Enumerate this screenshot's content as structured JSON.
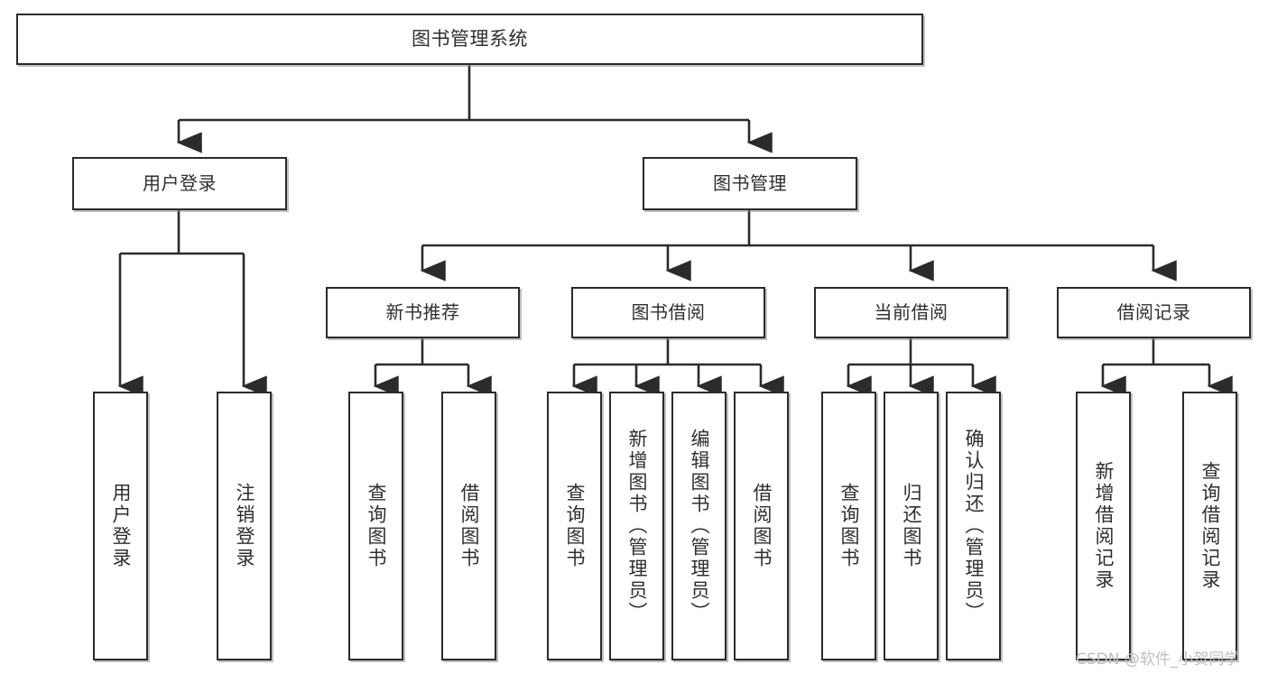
{
  "diagram": {
    "title": "图书管理系统",
    "type": "tree-functional-structure",
    "watermark": "CSDN @软件_小贺同学",
    "colors": {
      "background": "#ffffff",
      "box_border": "#2b2b2b",
      "box_fill": "#ffffff",
      "text": "#2f2f2f",
      "connector": "#2b2b2b",
      "shadow": "#8c8c8c",
      "watermark": "#bfbfbf"
    },
    "nodes": {
      "root": {
        "label": "图书管理系统"
      },
      "level1": [
        {
          "label": "用户登录"
        },
        {
          "label": "图书管理"
        }
      ],
      "level2": [
        {
          "label": "新书推荐"
        },
        {
          "label": "图书借阅"
        },
        {
          "label": "当前借阅"
        },
        {
          "label": "借阅记录"
        }
      ],
      "leaves_user_login": [
        {
          "label": "用户登录"
        },
        {
          "label": "注销登录"
        }
      ],
      "leaves_new_book": [
        {
          "label": "查询图书"
        },
        {
          "label": "借阅图书"
        }
      ],
      "leaves_borrow": [
        {
          "label": "查询图书"
        },
        {
          "label": "新增图书（管理员）"
        },
        {
          "label": "编辑图书（管理员）"
        },
        {
          "label": "借阅图书"
        }
      ],
      "leaves_current": [
        {
          "label": "查询图书"
        },
        {
          "label": "归还图书"
        },
        {
          "label": "确认归还（管理员）"
        }
      ],
      "leaves_record": [
        {
          "label": "新增借阅记录"
        },
        {
          "label": "查询借阅记录"
        }
      ]
    }
  }
}
